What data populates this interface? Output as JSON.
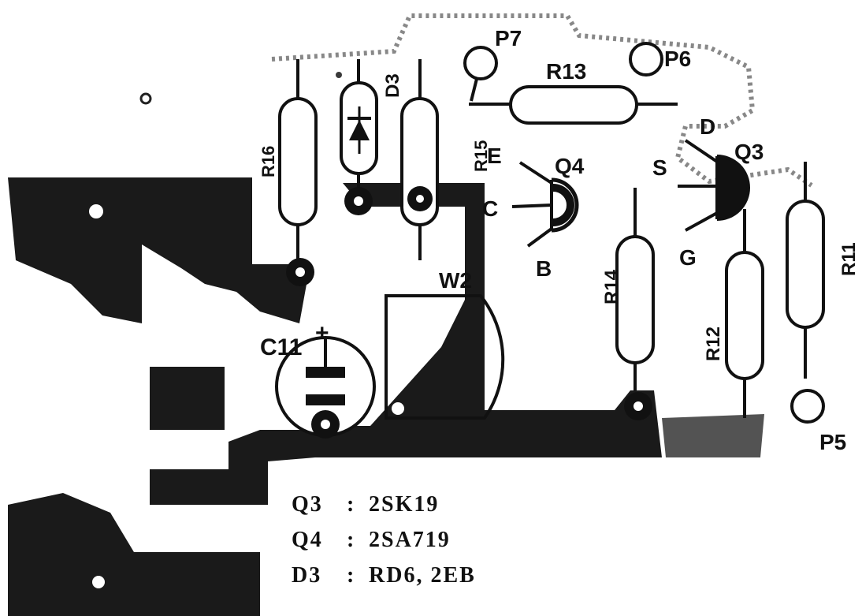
{
  "components": {
    "resistors": [
      "R16",
      "R15",
      "R13",
      "R14",
      "R12",
      "R11"
    ],
    "diode": "D3",
    "capacitor": "C11",
    "capacitor_polarity": "+",
    "transistor_q4": {
      "name": "Q4",
      "pins": [
        "E",
        "C",
        "B"
      ]
    },
    "transistor_q3": {
      "name": "Q3",
      "pins": [
        "D",
        "S",
        "G"
      ]
    },
    "pads": [
      "P7",
      "P6",
      "P5"
    ],
    "jumper": "W2"
  },
  "parts_list": [
    {
      "ref": "Q3",
      "sep": ":",
      "value": "2SK19"
    },
    {
      "ref": "Q4",
      "sep": ":",
      "value": "2SA719"
    },
    {
      "ref": "D3",
      "sep": ":",
      "value": "RD6, 2EB"
    }
  ],
  "colors": {
    "copper": "#1a1a1a",
    "board": "#ffffff"
  }
}
